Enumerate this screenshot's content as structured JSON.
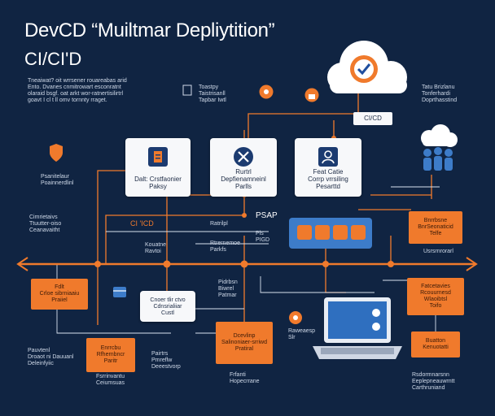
{
  "header": {
    "title": "DevCD “Muiltmar Depliytition”",
    "subtitle": "CI/CI'D"
  },
  "intro_text": "Tneaiwat? oit wrrsener rouareabas arid\nEnto. Dvanes cnmitrowart esconratnt\nolaraid bsgf. oat arkt wor-ratnertisilirtrl\ngoavt I cl t ll omv tornnty rraget.",
  "cloud_note": "Toastpy\nTaistrisanll\nTapbar Iwtl",
  "right_note": "Tatu Brizlanu\nTonferhardi\nDoprthasstind",
  "cicd_label": "CI/CD",
  "cards": [
    {
      "label": "Dalt: Crstfaonier\nPaksy"
    },
    {
      "label": "Rurtrl\nDepfienamneinl\nParlls"
    },
    {
      "label": "Feat Catie\nCorrp vrrsiling\nPesarttd"
    }
  ],
  "pipeline_label": "CI/CD",
  "mid_labels": {
    "left_a": "Psanitelaur\nPoainnerdlinl",
    "left_b": "Cimrietaivs\nTtuutter-oiso\nCeanavaitht",
    "ci_tag": "CI 'ICD",
    "rutr": "Ratrilpl",
    "mid1": "Kouatne\nRavtoi",
    "mid2": "Rtrernemoe\nParkfs",
    "ps_ap": "PSAP",
    "ps_sub": "Pls\nPIGD",
    "right_low": "Usrsrnrorarl",
    "mid3": "Pidrbsn\nBiwrel\nPatmar",
    "mid4": "Raweaesp\nSlr",
    "bottom_l": "Pauvtenl\nDroaot ni Dauuanl\nDeleinfyiic",
    "bottom_m1": "Pairtrs\nPmreflw\nDeeestvorp",
    "bottom_m2": "Fsrrinvantu\nCeiumsuas",
    "bottom_c": "Frfanti\nHopecrrane",
    "bottom_r": "Rsdormnarsnn\nEeplepneauwrntt\nCarthruniand"
  },
  "orange_boxes": [
    {
      "label": "Fdlt\nCrloe sibrniaaiu\nPraiiel"
    },
    {
      "label": "Bnrrbsne\nBnrSeonaticid\nTelfe"
    },
    {
      "label": "Fatcetavies\nRcouurnesd\nWlaoibtsl\nToifo"
    },
    {
      "label": "Enrrcbu\nRfhernbncr\nParitr"
    },
    {
      "label": "Dcevlinp\nSalinoniaer-srriwd\nPratiral"
    },
    {
      "label": "Buatton\nKenuotatti"
    }
  ],
  "white_box": {
    "label": "Cnoer tlir ctvo\nCdnsrialiiar\nCustl"
  },
  "colors": {
    "background": "#102442",
    "accent": "#f07a2c",
    "line": "#f07a2c",
    "card": "#f7f8fa",
    "pipeline_bar": "#3d7cc9"
  },
  "icons": [
    "cloud-icon",
    "gauge-check-icon",
    "document-icon",
    "wrench-icon",
    "user-icon",
    "people-cloud-icon",
    "laptop-icon",
    "shield-icon",
    "lock-icon",
    "gear-icon"
  ]
}
